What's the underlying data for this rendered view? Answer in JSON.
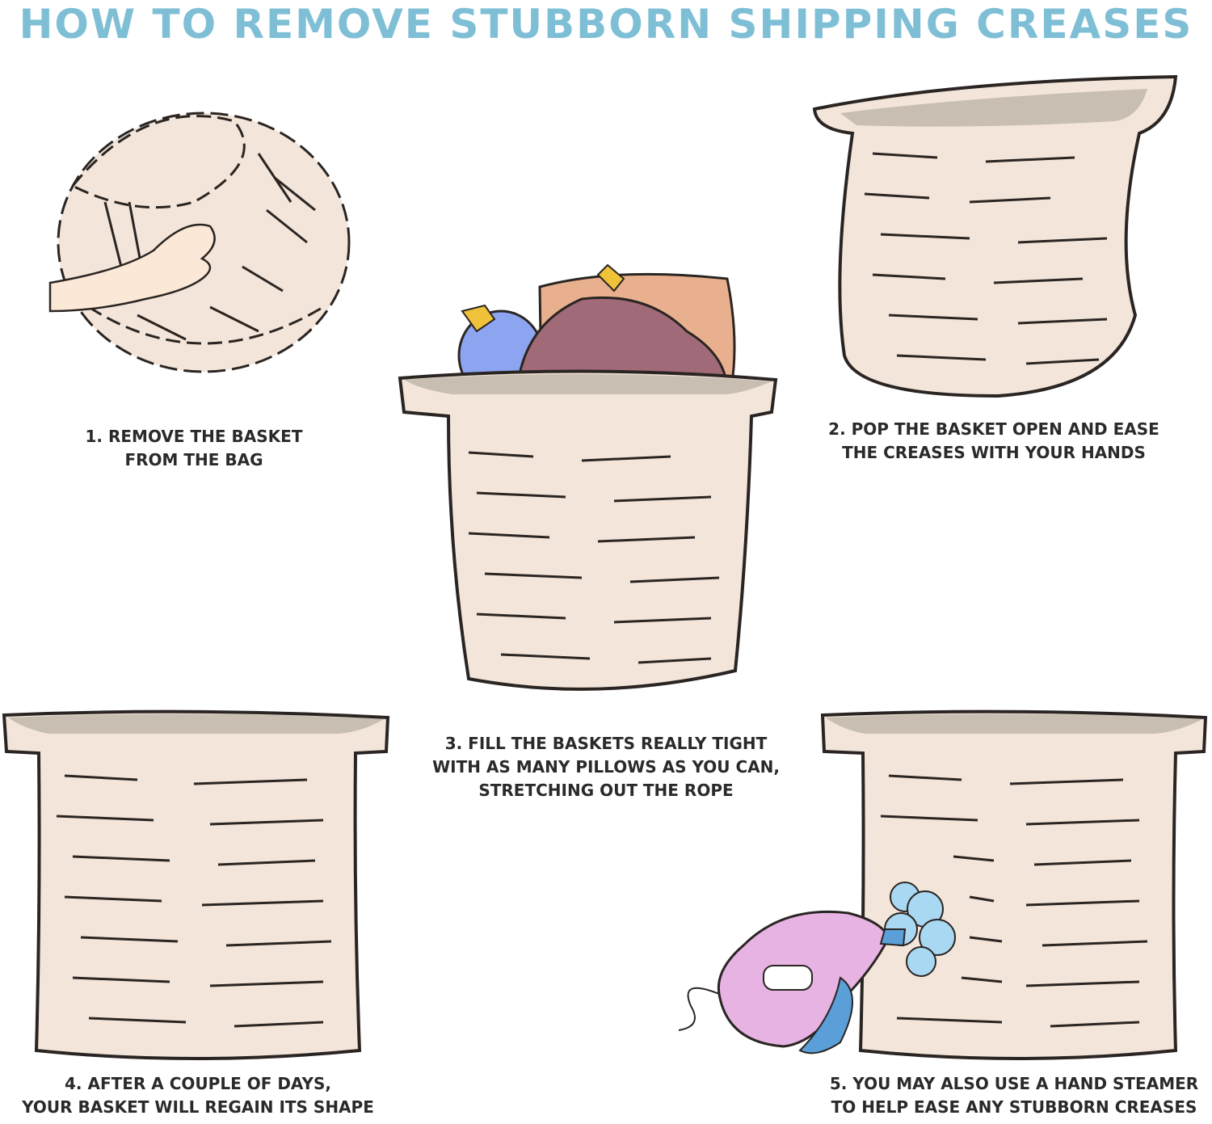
{
  "title": "HOW TO REMOVE STUBBORN SHIPPING CREASES",
  "colors": {
    "accent": "#7fbfd6",
    "basket_fill": "#f3e5da",
    "basket_inner": "#c8beb2",
    "outline": "#2a2522",
    "pillow_blue": "#8da4f0",
    "pillow_plum": "#a06a78",
    "pillow_peach": "#e8b08e",
    "tassel": "#f0c23a",
    "steamer_pink": "#e6b3e2",
    "steamer_blue": "#5b9fd8",
    "steam": "#a8d8f2"
  },
  "steps": [
    {
      "number": "1.",
      "lines": [
        "1. REMOVE THE BASKET",
        "FROM THE BAG"
      ],
      "icon": "collapsed-basket-hand"
    },
    {
      "number": "2.",
      "lines": [
        "2. POP THE BASKET OPEN AND EASE",
        "THE CREASES WITH YOUR HANDS"
      ],
      "icon": "open-basket"
    },
    {
      "number": "3.",
      "lines": [
        "3. FILL THE BASKETS REALLY TIGHT",
        "WITH AS MANY PILLOWS AS YOU CAN,",
        "STRETCHING OUT THE ROPE"
      ],
      "icon": "basket-with-pillows"
    },
    {
      "number": "4.",
      "lines": [
        "4. AFTER A COUPLE OF DAYS,",
        "YOUR BASKET WILL REGAIN ITS SHAPE"
      ],
      "icon": "reshaped-basket"
    },
    {
      "number": "5.",
      "lines": [
        "5. YOU MAY ALSO USE A HAND STEAMER",
        "TO HELP EASE ANY STUBBORN CREASES"
      ],
      "icon": "basket-with-steamer"
    }
  ]
}
